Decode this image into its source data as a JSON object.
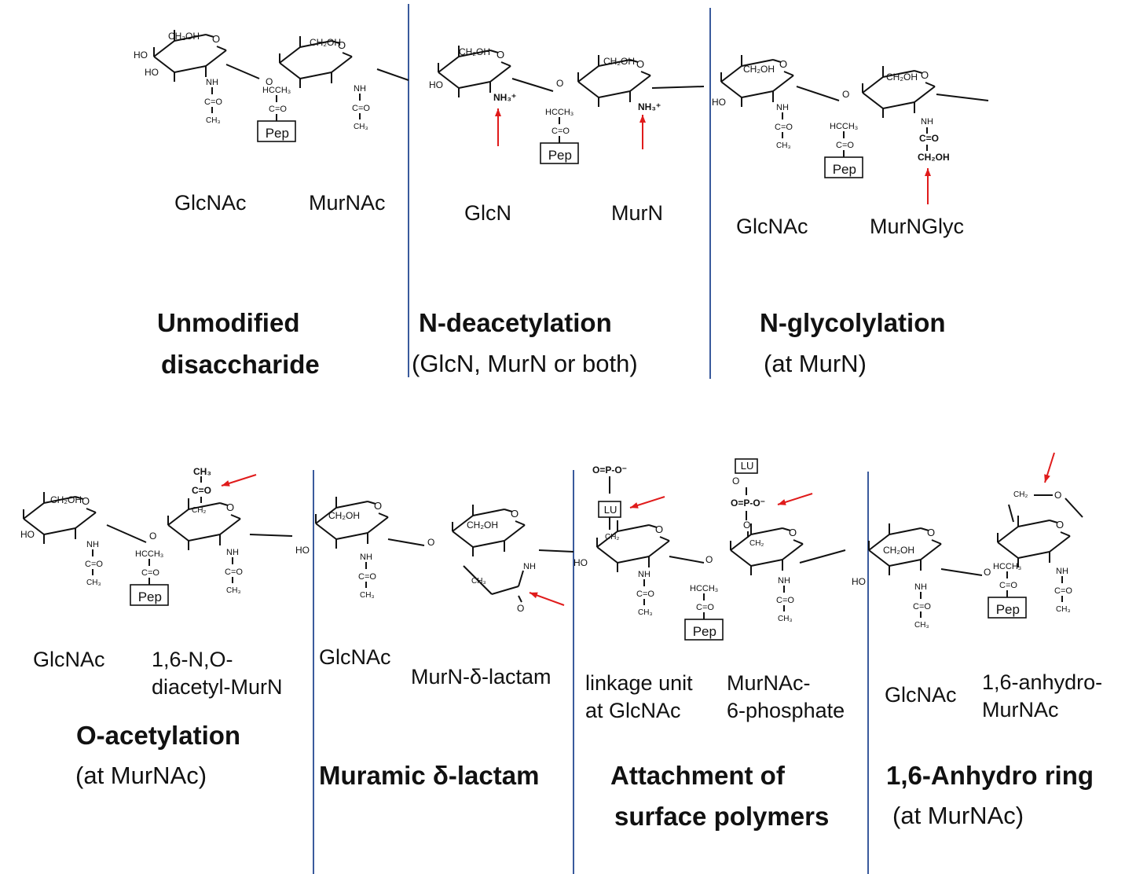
{
  "colors": {
    "divider": "#3a5a9c",
    "arrow": "#e01b1b",
    "bond": "#111111"
  },
  "atoms": {
    "ch2oh": "CH₂OH",
    "ho": "HO",
    "o": "O",
    "nh": "NH",
    "ceo": "C=O",
    "ch3": "CH₃",
    "hcch3": "HCCH₃",
    "pep": "Pep",
    "nh3": "NH₃⁺",
    "ch2oh_b": "CH₂OH",
    "lu": "LU",
    "opo": "O=P-O⁻",
    "ch2": "CH₂",
    "ch3b": "CH₃"
  },
  "panels": [
    {
      "id": "unmodified",
      "sugar1": "GlcNAc",
      "sugar2": "MurNAc",
      "title1": "Unmodified",
      "title2": "disaccharide"
    },
    {
      "id": "deacetylation",
      "sugar1": "GlcN",
      "sugar2": "MurN",
      "title1": "N-deacetylation",
      "sub": "(GlcN, MurN or both)"
    },
    {
      "id": "glycolylation",
      "sugar1": "GlcNAc",
      "sugar2": "MurNGlyc",
      "title1": "N-glycolylation",
      "sub": "(at MurN)"
    },
    {
      "id": "oacetylation",
      "sugar1": "GlcNAc",
      "sugar2a": "1,6-N,O-",
      "sugar2b": "diacetyl-MurN",
      "title1": "O-acetylation",
      "sub": "(at MurNAc)"
    },
    {
      "id": "lactam",
      "sugar1": "GlcNAc",
      "sugar2": "MurN-δ-lactam",
      "title1": "Muramic δ-lactam"
    },
    {
      "id": "polymers",
      "sugar1a": "linkage unit",
      "sugar1b": "at GlcNAc",
      "sugar2a": "MurNAc-",
      "sugar2b": "6-phosphate",
      "title1": "Attachment of",
      "title2": "surface polymers"
    },
    {
      "id": "anhydro",
      "sugar1": "GlcNAc",
      "sugar2a": "1,6-anhydro-",
      "sugar2b": "MurNAc",
      "title1": "1,6-Anhydro ring",
      "sub": "(at MurNAc)"
    }
  ]
}
